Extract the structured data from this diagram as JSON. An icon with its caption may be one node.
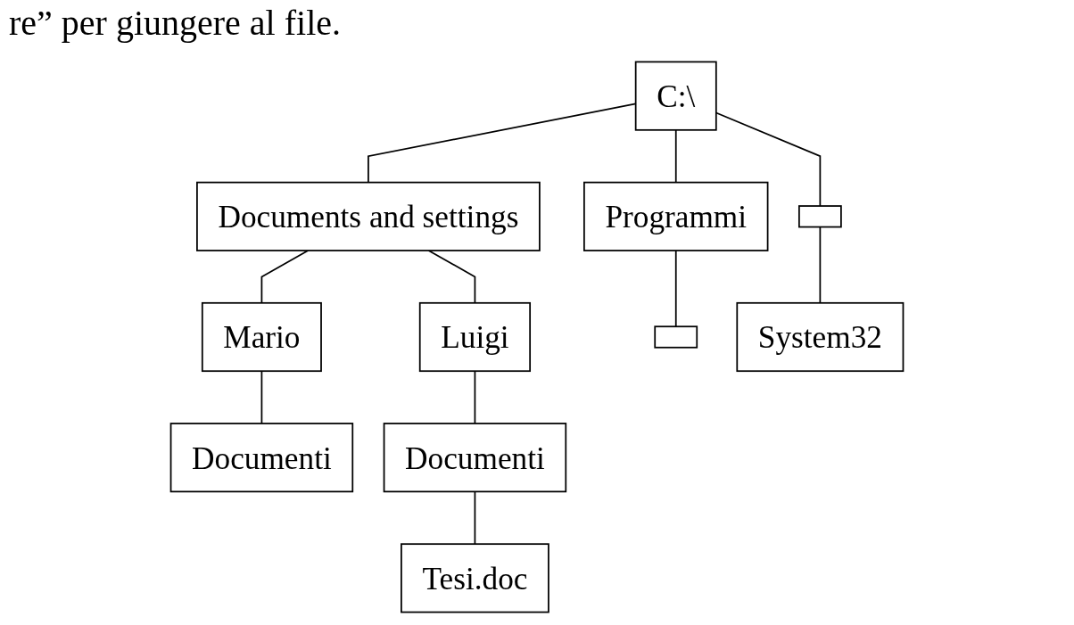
{
  "diagram": {
    "nodes": [
      {
        "text": [
          "C:\\"
        ]
      },
      {
        "text": [
          "Documents and settings"
        ]
      },
      {
        "text": [
          "Programmi"
        ]
      },
      {
        "text": [],
        "shape": "box"
      },
      {
        "text": [
          "Mario"
        ]
      },
      {
        "text": [
          "Luigi"
        ]
      },
      {
        "text": [],
        "shape": "box"
      },
      {
        "text": [
          "System32"
        ]
      },
      {
        "text": [
          "Documenti"
        ]
      },
      {
        "text": [
          "Documenti"
        ]
      },
      {
        "text": [
          "Tesi.doc"
        ]
      }
    ],
    "edges": [
      {
        "from": 0,
        "to": 1,
        "arrow": "none"
      },
      {
        "from": 0,
        "to": 2,
        "arrow": "none"
      },
      {
        "from": 0,
        "to": 3,
        "arrow": "none"
      },
      {
        "from": 1,
        "to": 4,
        "arrow": "none"
      },
      {
        "from": 1,
        "to": 5,
        "arrow": "none"
      },
      {
        "from": 2,
        "to": 6,
        "arrow": "none"
      },
      {
        "from": 3,
        "to": 7,
        "arrow": "none"
      },
      {
        "from": 4,
        "to": 8,
        "arrow": "none"
      },
      {
        "from": 5,
        "to": 9,
        "arrow": "none"
      },
      {
        "from": 9,
        "to": 10,
        "arrow": "none"
      }
    ],
    "labels": [
      "re” per giungere al file."
    ]
  }
}
